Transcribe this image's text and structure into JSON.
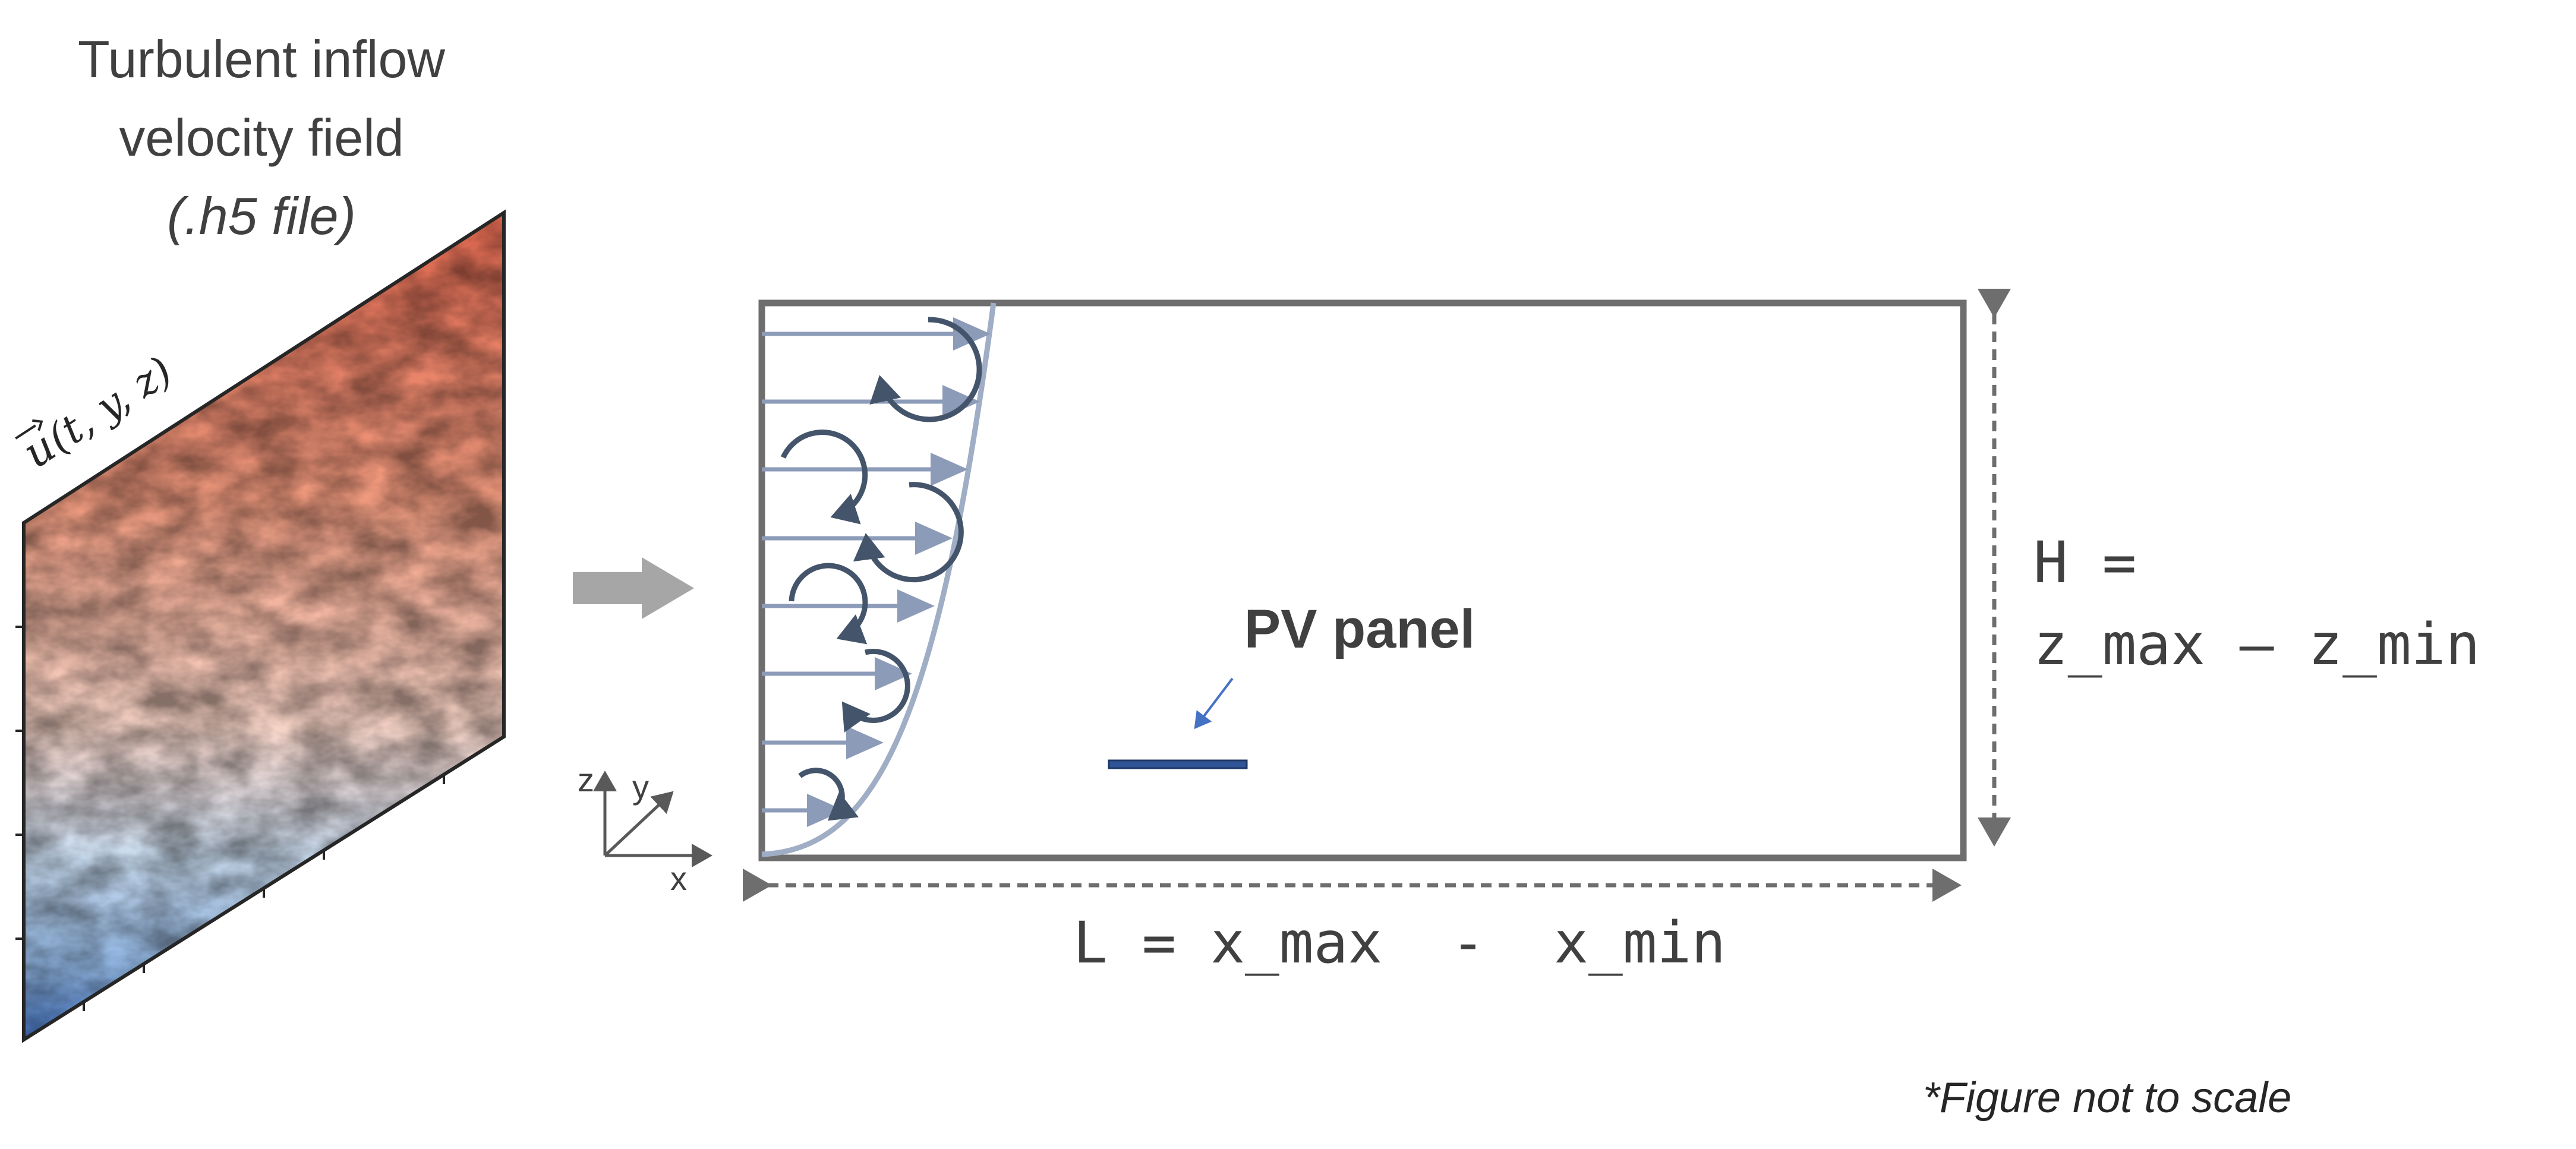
{
  "inflow": {
    "title_line1": "Turbulent inflow",
    "title_line2": "velocity field",
    "file_label": "(.h5 file)",
    "field_symbol": "u",
    "field_args": "(t, y, z)"
  },
  "axes_icon": {
    "x": "x",
    "y": "y",
    "z": "z"
  },
  "domain": {
    "panel_label": "PV panel",
    "height_label_line1": "H =",
    "height_label_line2": "z_max – z_min",
    "length_label": "L = x_max  -  x_min"
  },
  "footnote": "*Figure not to scale",
  "colors": {
    "domain_border": "#6e6e6e",
    "inflow_arrow": "#a6a6a6",
    "velocity_arrows": "#8c9bb8",
    "vortex": "#44546a",
    "pv_panel": "#2f5597",
    "pv_pointer": "#4472c4",
    "field_warm": "#d6604d",
    "field_cool": "#92c5de"
  }
}
